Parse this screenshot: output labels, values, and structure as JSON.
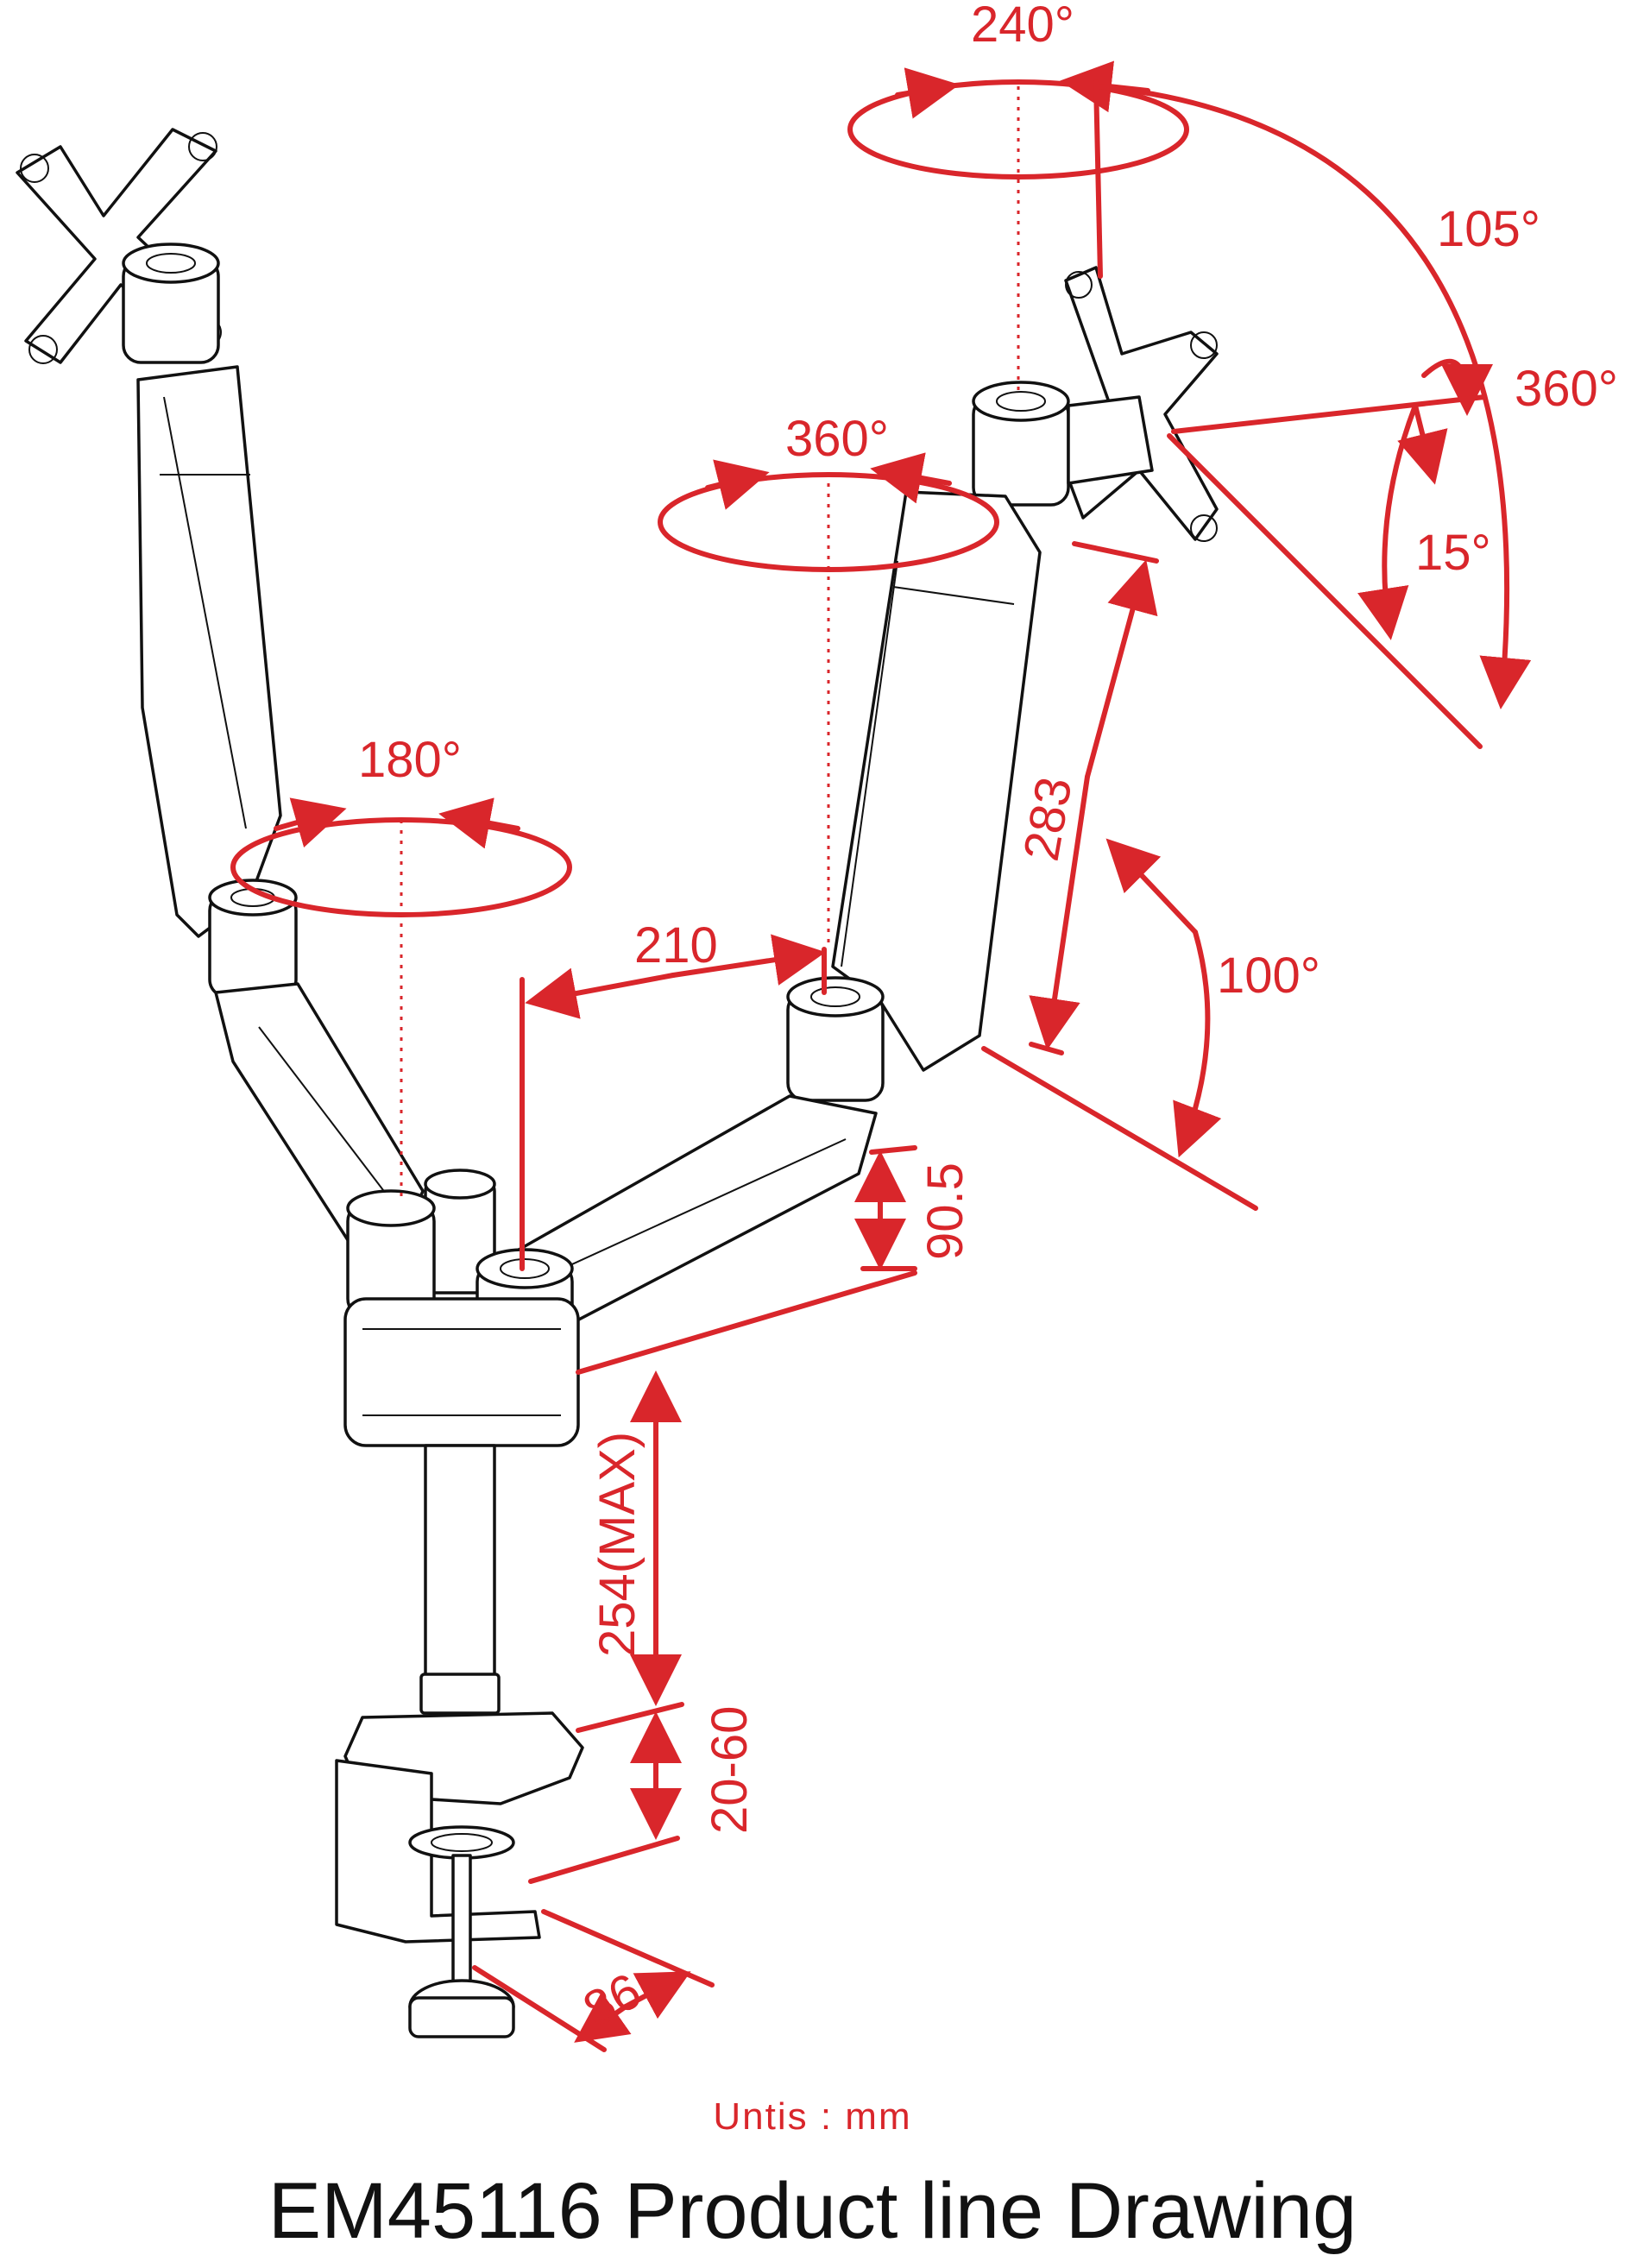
{
  "title": "EM45116 Product  line Drawing",
  "units_note": "Untis : mm",
  "colors": {
    "dimension": "#d9262b",
    "line": "#111111",
    "background": "#ffffff"
  },
  "dimensions": {
    "top_rotation": "240°",
    "tilt_range": "105°",
    "screen_rotation": "360°",
    "tilt_small": "15°",
    "mid_joint_rotation": "360°",
    "left_joint_rotation": "180°",
    "arm_length": "283",
    "arm_angle": "100°",
    "reach": "210",
    "height_offset": "90.5",
    "pole_height": "254(MAX)",
    "clamp_range": "20-60",
    "clamp_depth": "86"
  }
}
